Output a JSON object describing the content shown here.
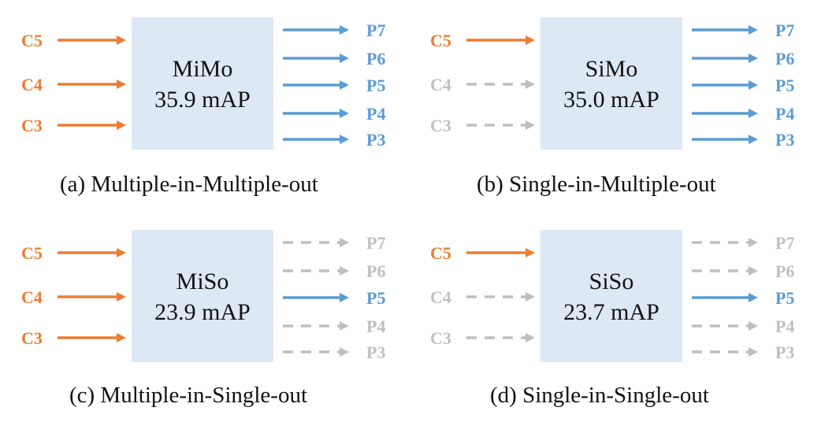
{
  "colors": {
    "input_active": "#ED7D31",
    "output_active": "#5B9BD5",
    "inactive": "#BFBFBF",
    "box_fill": "#DDE8F5",
    "text": "#111111"
  },
  "panels": [
    {
      "id": "a",
      "name": "MiMo",
      "score": "35.9 mAP",
      "caption": "(a) Multiple-in-Multiple-out",
      "inputs": [
        {
          "label": "C5",
          "active": true
        },
        {
          "label": "C4",
          "active": true
        },
        {
          "label": "C3",
          "active": true
        }
      ],
      "outputs": [
        {
          "label": "P7",
          "active": true
        },
        {
          "label": "P6",
          "active": true
        },
        {
          "label": "P5",
          "active": true
        },
        {
          "label": "P4",
          "active": true
        },
        {
          "label": "P3",
          "active": true
        }
      ]
    },
    {
      "id": "b",
      "name": "SiMo",
      "score": "35.0 mAP",
      "caption": "(b) Single-in-Multiple-out",
      "inputs": [
        {
          "label": "C5",
          "active": true
        },
        {
          "label": "C4",
          "active": false
        },
        {
          "label": "C3",
          "active": false
        }
      ],
      "outputs": [
        {
          "label": "P7",
          "active": true
        },
        {
          "label": "P6",
          "active": true
        },
        {
          "label": "P5",
          "active": true
        },
        {
          "label": "P4",
          "active": true
        },
        {
          "label": "P3",
          "active": true
        }
      ]
    },
    {
      "id": "c",
      "name": "MiSo",
      "score": "23.9 mAP",
      "caption": "(c) Multiple-in-Single-out",
      "inputs": [
        {
          "label": "C5",
          "active": true
        },
        {
          "label": "C4",
          "active": true
        },
        {
          "label": "C3",
          "active": true
        }
      ],
      "outputs": [
        {
          "label": "P7",
          "active": false
        },
        {
          "label": "P6",
          "active": false
        },
        {
          "label": "P5",
          "active": true
        },
        {
          "label": "P4",
          "active": false
        },
        {
          "label": "P3",
          "active": false
        }
      ]
    },
    {
      "id": "d",
      "name": "SiSo",
      "score": "23.7 mAP",
      "caption": "(d) Single-in-Single-out",
      "inputs": [
        {
          "label": "C5",
          "active": true
        },
        {
          "label": "C4",
          "active": false
        },
        {
          "label": "C3",
          "active": false
        }
      ],
      "outputs": [
        {
          "label": "P7",
          "active": false
        },
        {
          "label": "P6",
          "active": false
        },
        {
          "label": "P5",
          "active": true
        },
        {
          "label": "P4",
          "active": false
        },
        {
          "label": "P3",
          "active": false
        }
      ]
    }
  ]
}
